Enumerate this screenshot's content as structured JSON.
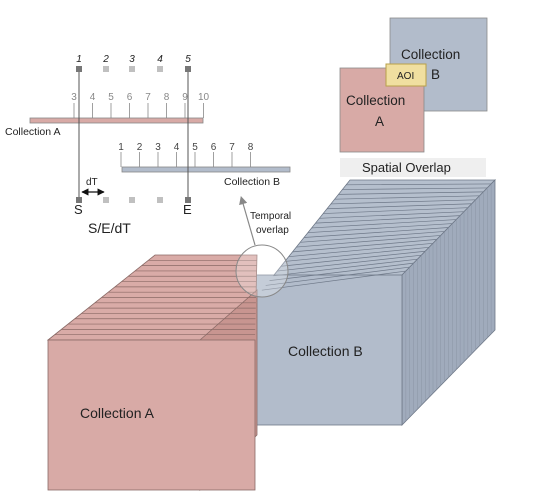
{
  "diagram": {
    "labels": {
      "cube_a": "Collection A",
      "cube_b": "Collection B",
      "temporal_overlap_line1": "Temporal",
      "temporal_overlap_line2": "overlap",
      "spatial_overlap": "Spatial Overlap",
      "square_a_line1": "Collection",
      "square_a_line2": "A",
      "square_b_line1": "Collection",
      "square_b_line2": "B",
      "aoi": "AOI",
      "timeline_a": "Collection A",
      "timeline_b": "Collection B",
      "start_marker": "S",
      "end_marker": "E",
      "delta_t": "dT",
      "sedt": "S/E/dT"
    },
    "timeline_a_ticks": [
      "3",
      "4",
      "5",
      "6",
      "7",
      "8",
      "9",
      "10"
    ],
    "timeline_b_ticks": [
      "1",
      "2",
      "3",
      "4",
      "5",
      "6",
      "7",
      "8"
    ],
    "window_indices": [
      "1",
      "2",
      "3",
      "4",
      "5"
    ],
    "colors": {
      "collection_a_front": "#d8aaa6",
      "collection_a_side": "#c89590",
      "collection_a_top": "#d9aba7",
      "collection_b_front": "#b2bccb",
      "collection_b_side": "#a0abbc",
      "collection_b_top": "#b5bfcd",
      "aoi_fill": "#f0dfa0",
      "marker_dark": "#777777",
      "marker_light": "#c0c0c0"
    }
  }
}
